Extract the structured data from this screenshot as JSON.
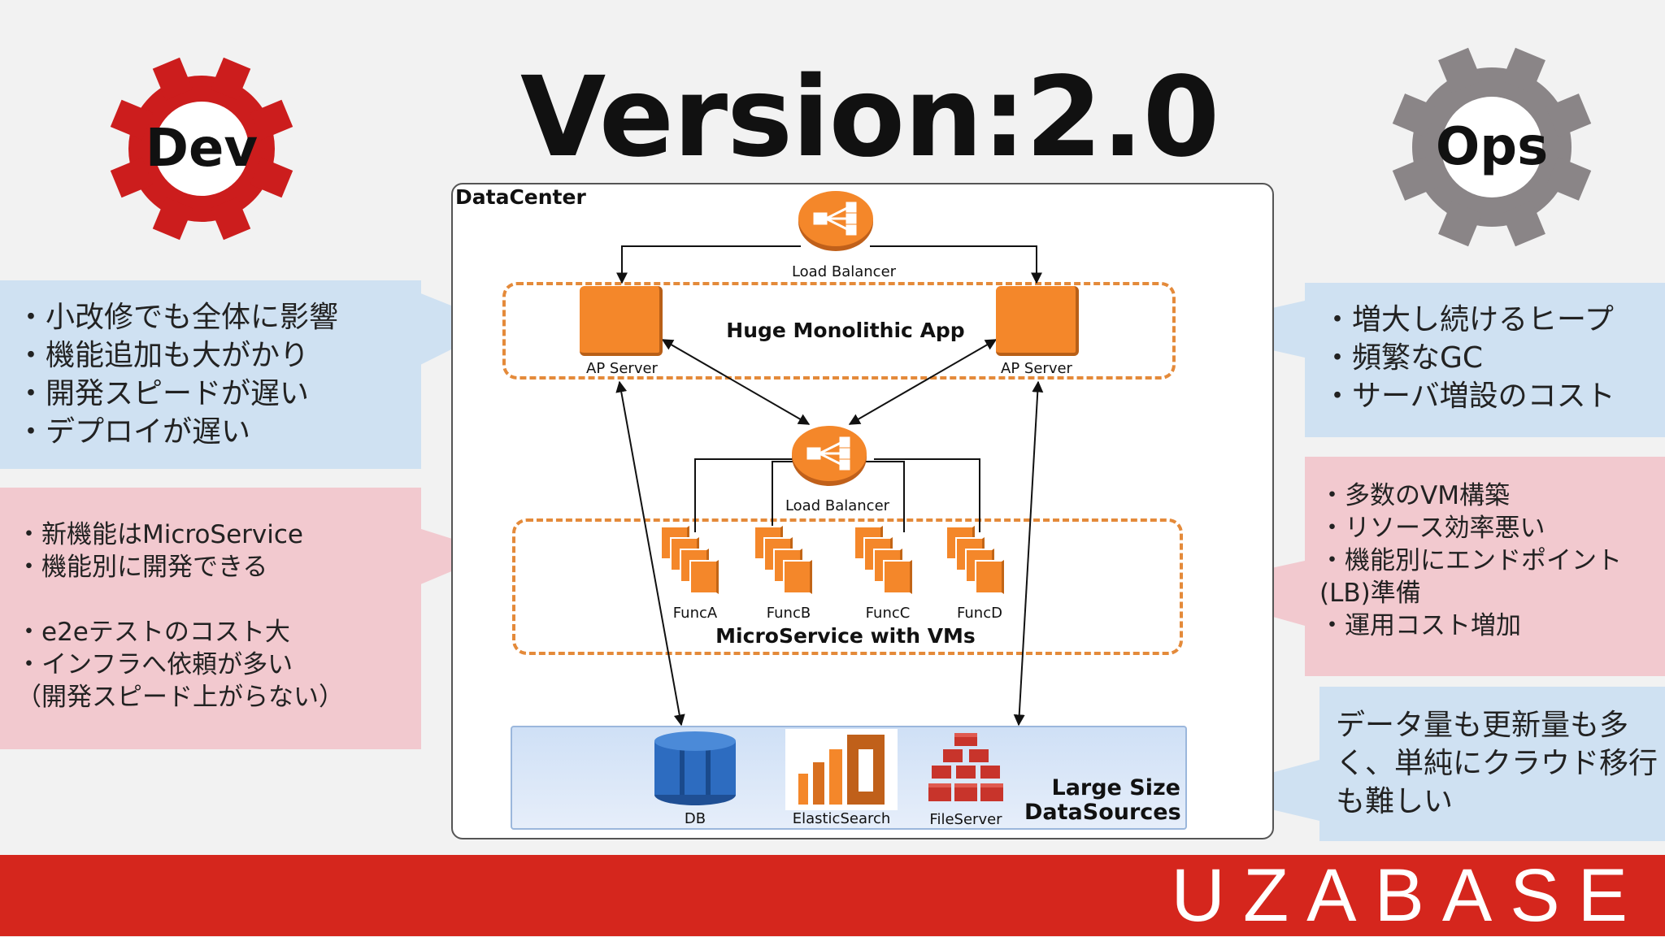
{
  "title": "Version:2.0",
  "dev_gear": {
    "label": "Dev",
    "color": "#cc1d1d"
  },
  "ops_gear": {
    "label": "Ops",
    "color": "#8a8587"
  },
  "callouts": {
    "dev_top": {
      "lines": "・小改修でも全体に影響\n・機能追加も大がかり\n・開発スピードが遅い\n・デプロイが遅い"
    },
    "dev_bottom": {
      "lines": "・新機能はMicroService\n・機能別に開発できる\n\n・e2eテストのコスト大\n・インフラへ依頼が多い\n（開発スピード上がらない）"
    },
    "ops_top": {
      "lines": "・増大し続けるヒープ\n・頻繁なGC\n・サーバ増設のコスト"
    },
    "ops_middle": {
      "lines": "・多数のVM構築\n・リソース効率悪い\n・機能別にエンドポイント\n(LB)準備\n・運用コスト増加"
    },
    "ops_bottom": {
      "lines": "データ量も更新量も多\nく、単純にクラウド移行\nも難しい"
    }
  },
  "diagram": {
    "container_label": "DataCenter",
    "lb_top_label": "Load Balancer",
    "monolith_label": "Huge Monolithic App",
    "ap_server_left": "AP Server",
    "ap_server_right": "AP Server",
    "lb_mid_label": "Load Balancer",
    "funcs": [
      "FuncA",
      "FuncB",
      "FuncC",
      "FuncD"
    ],
    "microservice_label": "MicroService with VMs",
    "datasources": {
      "db": "DB",
      "es": "ElasticSearch",
      "fs": "FileServer",
      "label": "Large Size\nDataSources"
    }
  },
  "footer": {
    "brand": "UZABASE",
    "color": "#d5261d"
  }
}
